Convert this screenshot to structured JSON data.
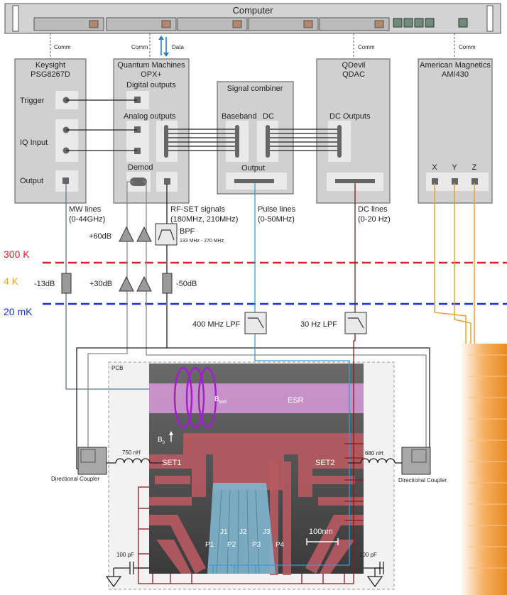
{
  "computer": {
    "title": "Computer"
  },
  "links": {
    "comm": "Comm",
    "data": "Data"
  },
  "instruments": {
    "keysight": {
      "name1": "Keysight",
      "name2": "PSG8267D",
      "trigger": "Trigger",
      "iq_input": "IQ Input",
      "output": "Output"
    },
    "opx": {
      "name1": "Quantum Machines",
      "name2": "OPX+",
      "digital_outputs": "Digital outputs",
      "analog_outputs": "Analog outputs",
      "demod": "Demod"
    },
    "combiner": {
      "name": "Signal combiner",
      "baseband": "Baseband",
      "dc": "DC",
      "output": "Output"
    },
    "qdac": {
      "name1": "QDevil",
      "name2": "QDAC",
      "dc_outputs": "DC Outputs"
    },
    "ami": {
      "name": "American Magnetics",
      "name2": "AMI430",
      "x": "X",
      "y": "Y",
      "z": "Z"
    }
  },
  "lines": {
    "mw": "MW lines",
    "mw_range": "(0-44GHz)",
    "rfset": "RF-SET signals",
    "rfset_range": "(180MHz, 210MHz)",
    "pulse": "Pulse lines",
    "pulse_range": "(0-50MHz)",
    "dc": "DC lines",
    "dc_range": "(0-20 Hz)"
  },
  "components": {
    "amp60": "+60dB",
    "amp30": "+30dB",
    "att13": "-13dB",
    "att50": "-50dB",
    "bpf": "BPF",
    "bpf_range": "133 MHz - 270 MHz",
    "lpf400": "400 MHz LPF",
    "lpf30": "30 Hz LPF",
    "ind_left": "750 nH",
    "ind_right": "680 nH",
    "cap_left": "100 pF",
    "cap_right": "100 pF",
    "coupler_left": "Directional Coupler",
    "coupler_right": "Directional Coupler",
    "pcb": "PCB"
  },
  "temps": {
    "t300": "300 K",
    "t4": "4 K",
    "t20": "20 mK"
  },
  "device": {
    "esr": "ESR",
    "bmw": "B",
    "bmw_sub": "MW",
    "b0": "B",
    "b0_sub": "0",
    "set1": "SET1",
    "set2": "SET2",
    "j1": "J1",
    "j2": "J2",
    "j3": "J3",
    "p1": "P1",
    "p2": "P2",
    "p3": "P3",
    "p4": "P4",
    "scale": "100nm"
  },
  "colors": {
    "red_line": "#8b1a1a",
    "blue_line": "#3a9ad9",
    "orange_line": "#f0a030",
    "t300": "#e0202a",
    "t4": "#f5a623",
    "t20": "#1a2fd6",
    "esr_overlay": "#d89ad9",
    "gate_overlay": "#b85a60",
    "plunger_overlay": "#7fb6d0"
  }
}
